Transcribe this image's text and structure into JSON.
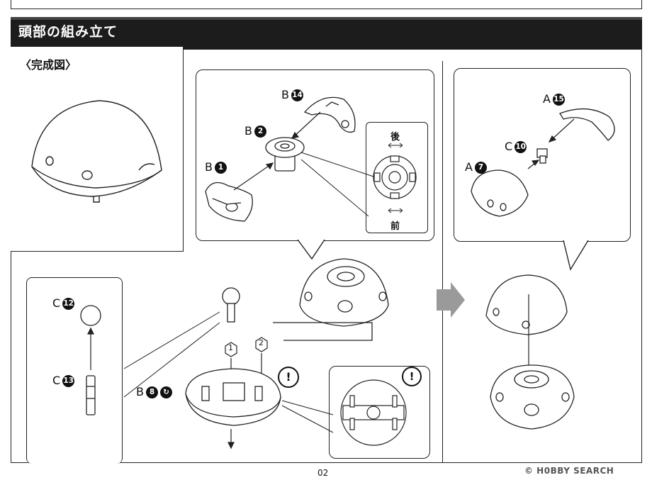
{
  "header": {
    "title": "頭部の組み立て"
  },
  "completed": {
    "label": "〈完成図〉"
  },
  "parts": {
    "b14": {
      "letter": "B",
      "num": "14"
    },
    "b2": {
      "letter": "B",
      "num": "2"
    },
    "b1": {
      "letter": "B",
      "num": "1"
    },
    "b8": {
      "letter": "B",
      "num": "8"
    },
    "a15": {
      "letter": "A",
      "num": "15"
    },
    "c10": {
      "letter": "C",
      "num": "10"
    },
    "a7": {
      "letter": "A",
      "num": "7"
    },
    "c12": {
      "letter": "C",
      "num": "12"
    },
    "c13": {
      "letter": "C",
      "num": "13"
    }
  },
  "orientation": {
    "back": "後",
    "front": "前"
  },
  "steps": {
    "one": "1",
    "two": "2"
  },
  "attention": "!",
  "footer": {
    "page": "02",
    "watermark": "© H0BBY SEARCH"
  }
}
